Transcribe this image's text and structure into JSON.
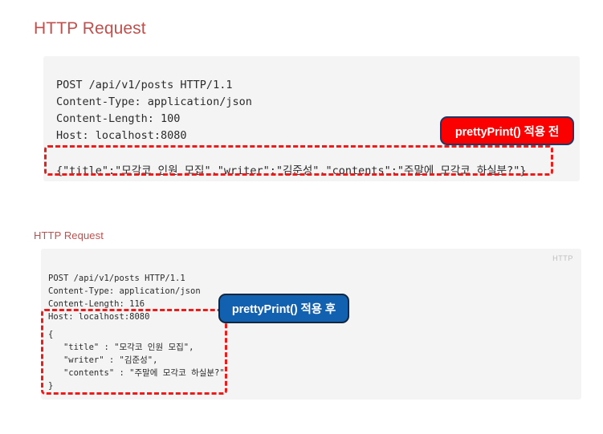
{
  "before": {
    "heading": "HTTP Request",
    "request_headers": "POST /api/v1/posts HTTP/1.1\nContent-Type: application/json\nContent-Length: 100\nHost: localhost:8080",
    "request_body": "{\"title\":\"모각코 인원 모집\",\"writer\":\"김준성\",\"contents\":\"주말에 모각코 하실분?\"}",
    "badge_label": "prettyPrint() 적용 전",
    "badge_color": "#fa0000",
    "badge_border_color": "#1f3864",
    "highlight_color": "#ee1b1b",
    "heading_color": "#c0504d",
    "block_background": "#f4f4f5"
  },
  "after": {
    "heading": "HTTP Request",
    "protocol_tag": "HTTP",
    "request_headers": "POST /api/v1/posts HTTP/1.1\nContent-Type: application/json\nContent-Length: 116\nHost: localhost:8080",
    "request_body": "{\n   \"title\" : \"모각코 인원 모집\",\n   \"writer\" : \"김준성\",\n   \"contents\" : \"주말에 모각코 하실분?\"\n}",
    "badge_label": "prettyPrint() 적용 후",
    "badge_color": "#1260b0",
    "badge_border_color": "#11273f",
    "highlight_color": "#ee1b1b",
    "heading_color": "#c0504d",
    "block_background": "#f4f4f5",
    "tag_color": "#bdbdbd"
  }
}
